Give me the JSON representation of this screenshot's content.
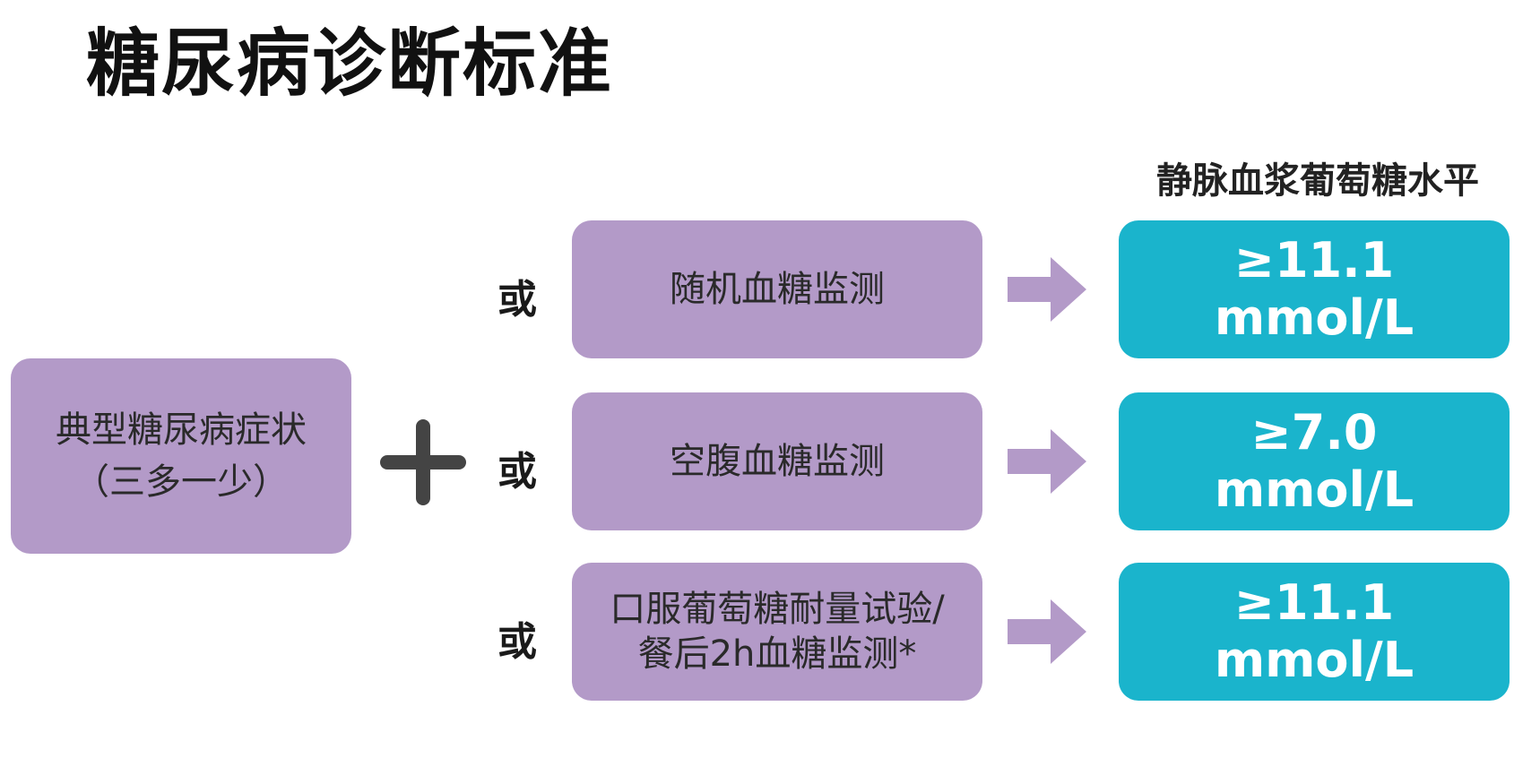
{
  "title": "糖尿病诊断标准",
  "column_header": "静脉血浆葡萄糖水平",
  "symptom": {
    "line1": "典型糖尿病症状",
    "line2": "（三多一少）"
  },
  "connector": "或",
  "rows": [
    {
      "method_line1": "随机血糖监测",
      "method_line2": "",
      "value": "≥11.1",
      "unit": "mmol/L"
    },
    {
      "method_line1": "空腹血糖监测",
      "method_line2": "",
      "value": "≥7.0",
      "unit": "mmol/L"
    },
    {
      "method_line1": "口服葡萄糖耐量试验/",
      "method_line2": "餐后2h血糖监测*",
      "value": "≥11.1",
      "unit": "mmol/L"
    }
  ],
  "colors": {
    "method_box": "#b39ac8",
    "value_box": "#1ab4cc",
    "arrow": "#b39ac8",
    "plus": "#444444"
  }
}
